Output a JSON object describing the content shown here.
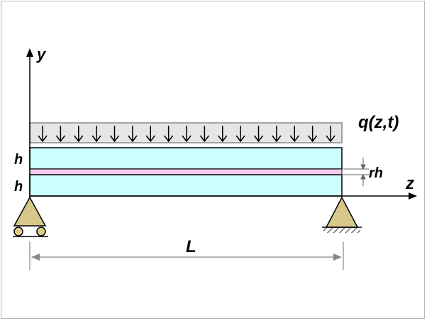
{
  "labels": {
    "y_axis": "y",
    "z_axis": "z",
    "load": "q(z,t)",
    "layer_top": "h",
    "layer_bottom": "h",
    "interlayer": "rh",
    "span": "L"
  },
  "load_arrow_count": 17,
  "colors": {
    "load_block": "#e6e6e6",
    "beam_layer": "#ccffff",
    "interlayer": "#f5c8f0",
    "support": "#d6c88a",
    "roller": "#d9cc8a",
    "line": "#000000"
  }
}
